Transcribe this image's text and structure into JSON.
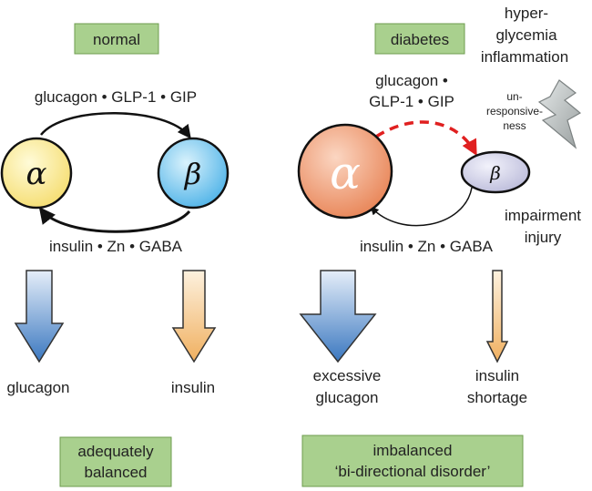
{
  "colors": {
    "box_fill": "#a9d08e",
    "box_stroke": "#6e9d4f",
    "alpha_normal": "#f7e48c",
    "beta_normal": "#6ec3ee",
    "alpha_diabetes": "#ec9a72",
    "beta_diabetes": "#c8c8e2",
    "dashed_arrow": "#e02020",
    "down_arrow_blue": "#4a84c4",
    "down_arrow_orange": "#f2c07a",
    "lightning": "#b6bcbc"
  },
  "normal": {
    "title": "normal",
    "alpha_symbol": "α",
    "beta_symbol": "β",
    "top_signal": "glucagon • GLP-1 • GIP",
    "bottom_signal": "insulin • Zn • GABA",
    "left_output": "glucagon",
    "right_output": "insulin",
    "result_line1": "adequately",
    "result_line2": "balanced"
  },
  "diabetes": {
    "title": "diabetes",
    "alpha_symbol": "α",
    "beta_symbol": "β",
    "top_signal_line1": "glucagon •",
    "top_signal_line2": "GLP-1 • GIP",
    "unresponsive_line1": "un-",
    "unresponsive_line2": "responsive-",
    "unresponsive_line3": "ness",
    "stress_line1": "hyper-",
    "stress_line2": "glycemia",
    "stress_line3": "inflammation",
    "damage_line1": "impairment",
    "damage_line2": "injury",
    "bottom_signal": "insulin • Zn • GABA",
    "left_output_line1": "excessive",
    "left_output_line2": "glucagon",
    "right_output_line1": "insulin",
    "right_output_line2": "shortage",
    "result_line1": "imbalanced",
    "result_line2": "‘bi-directional disorder’"
  }
}
